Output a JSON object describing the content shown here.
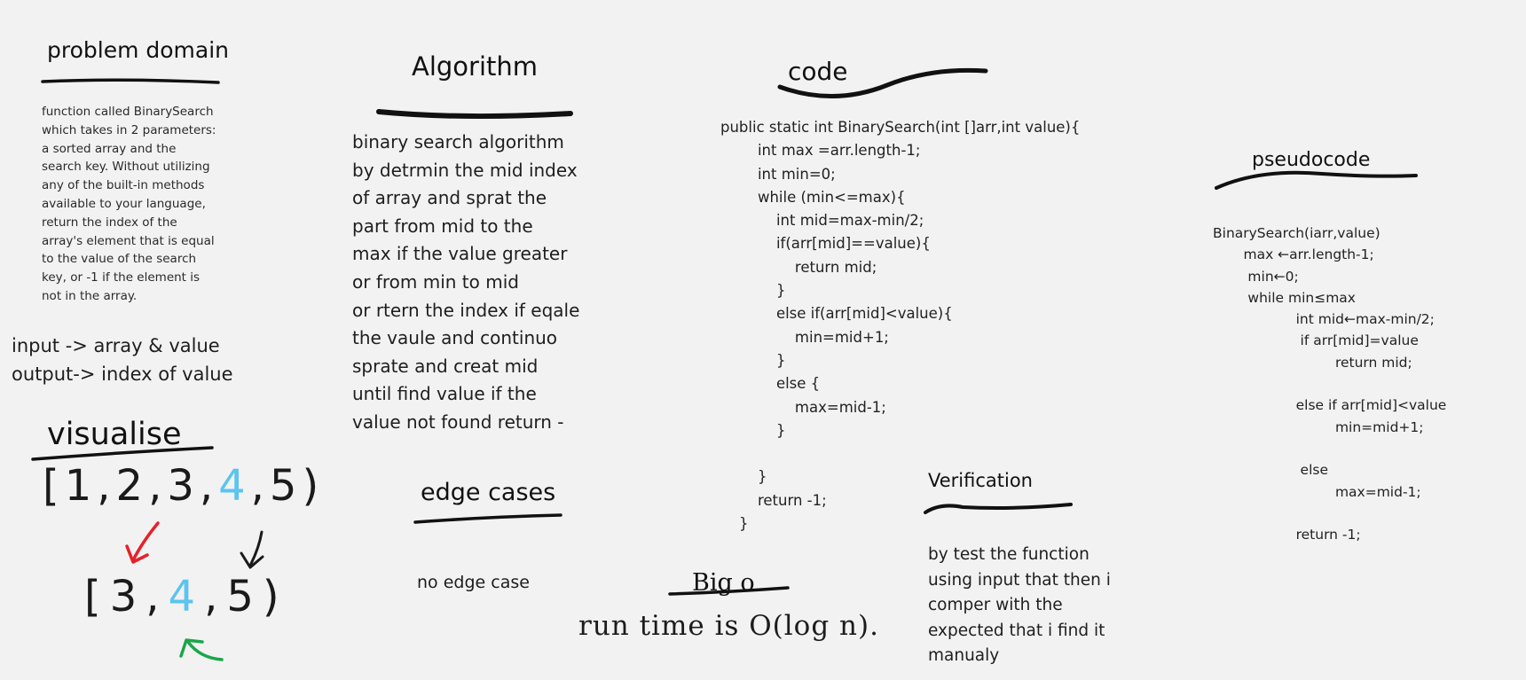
{
  "problem_domain": {
    "heading": "problem domain",
    "lines": [
      "function called BinarySearch",
      "which takes in 2 parameters:",
      "a sorted array and the",
      "search key. Without utilizing",
      "any of the built-in methods",
      "available to your language,",
      "return the index of the",
      "array's element that is equal",
      "to the value of the search",
      "key, or -1 if the element is",
      "not in the array."
    ],
    "io": [
      "input -> array & value",
      "output-> index of value"
    ]
  },
  "visualise": {
    "heading": "visualise",
    "row1": {
      "left": "[1,2,3,",
      "highlight": "4",
      "right": ",5)"
    },
    "row2": {
      "left": "[3,",
      "highlight": "4",
      "right": ",5)"
    },
    "colors": {
      "highlight": "#5bc4f0",
      "red_arrow": "#e8202a",
      "green_arrow": "#1aa64a",
      "ink": "#1a1a1a"
    }
  },
  "algorithm": {
    "heading": "Algorithm",
    "lines": [
      "binary search algorithm",
      "by detrmin the mid index",
      "of array and sprat the",
      "part from mid to the",
      "max if the value greater",
      "or from min to mid",
      "or rtern the index if eqale",
      "the vaule and continuo",
      "sprate and creat mid",
      "until find value if the",
      "value not found return -"
    ]
  },
  "edge_cases": {
    "heading": "edge cases",
    "text": "no edge case"
  },
  "code": {
    "heading": "code",
    "lines": [
      "public static int BinarySearch(int []arr,int value){",
      "        int max =arr.length-1;",
      "        int min=0;",
      "        while (min<=max){",
      "            int mid=max-min/2;",
      "            if(arr[mid]==value){",
      "                return mid;",
      "            }",
      "            else if(arr[mid]<value){",
      "                min=mid+1;",
      "            }",
      "            else {",
      "                max=mid-1;",
      "            }",
      "",
      "        }",
      "        return -1;",
      "    }"
    ]
  },
  "big_o": {
    "heading": "Big o",
    "text": "run time is O(log n)."
  },
  "verification": {
    "heading": "Verification",
    "lines": [
      "by test the function",
      "using input that then i",
      "comper with the",
      "expected that i find it",
      "manualy"
    ]
  },
  "pseudocode": {
    "heading": "pseudocode",
    "lines": [
      "BinarySearch(iarr,value)",
      "       max ←arr.length-1;",
      "        min←0;",
      "        while min≤max",
      "                   int mid←max-min/2;",
      "                    if arr[mid]=value",
      "                            return mid;",
      "",
      "                   else if arr[mid]<value",
      "                            min=mid+1;",
      "",
      "                    else",
      "                            max=mid-1;",
      "",
      "                   return -1;"
    ]
  }
}
